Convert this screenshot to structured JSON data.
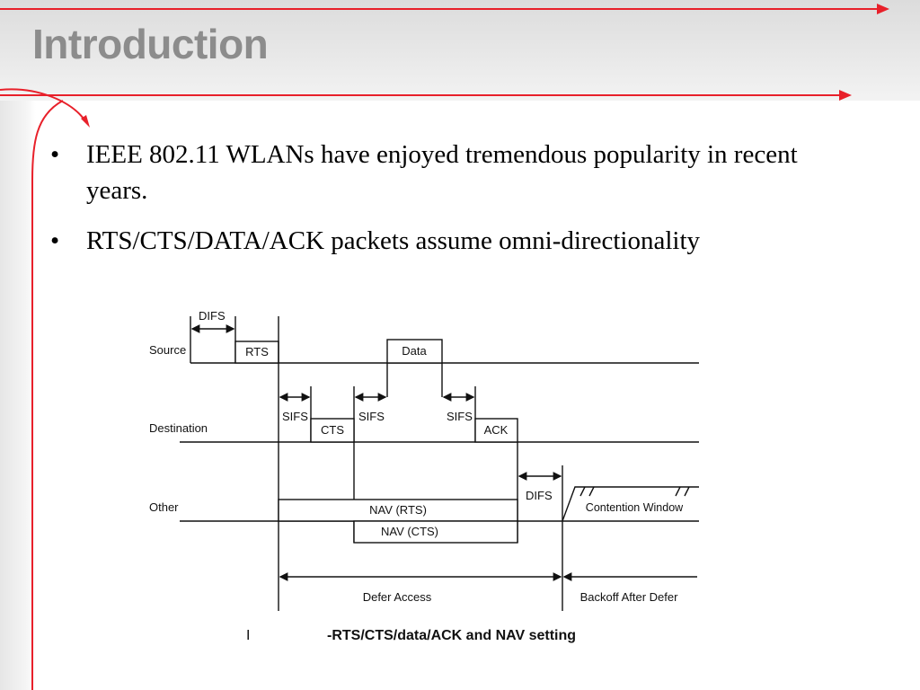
{
  "slide": {
    "title": "Introduction",
    "bullets": [
      "IEEE 802.11 WLANs have enjoyed tremendous popularity in recent years.",
      "RTS/CTS/DATA/ACK packets assume omni-directionality"
    ],
    "bullet_symbol": "•"
  },
  "colors": {
    "accent_red": "#e8202a",
    "title_gray": "#8c8c8c"
  },
  "diagram": {
    "row_labels": {
      "source": "Source",
      "destination": "Destination",
      "other": "Other"
    },
    "labels": {
      "difs_top": "DIFS",
      "rts": "RTS",
      "data": "Data",
      "sifs_1": "SIFS",
      "cts": "CTS",
      "sifs_2": "SIFS",
      "sifs_3": "SIFS",
      "ack": "ACK",
      "difs_bottom": "DIFS",
      "contention_window": "Contention Window",
      "nav_rts": "NAV (RTS)",
      "nav_cts": "NAV (CTS)",
      "defer_access": "Defer Access",
      "backoff_after_defer": "Backoff After Defer"
    },
    "caption_prefix": "I",
    "caption": "-RTS/CTS/data/ACK and NAV setting"
  }
}
